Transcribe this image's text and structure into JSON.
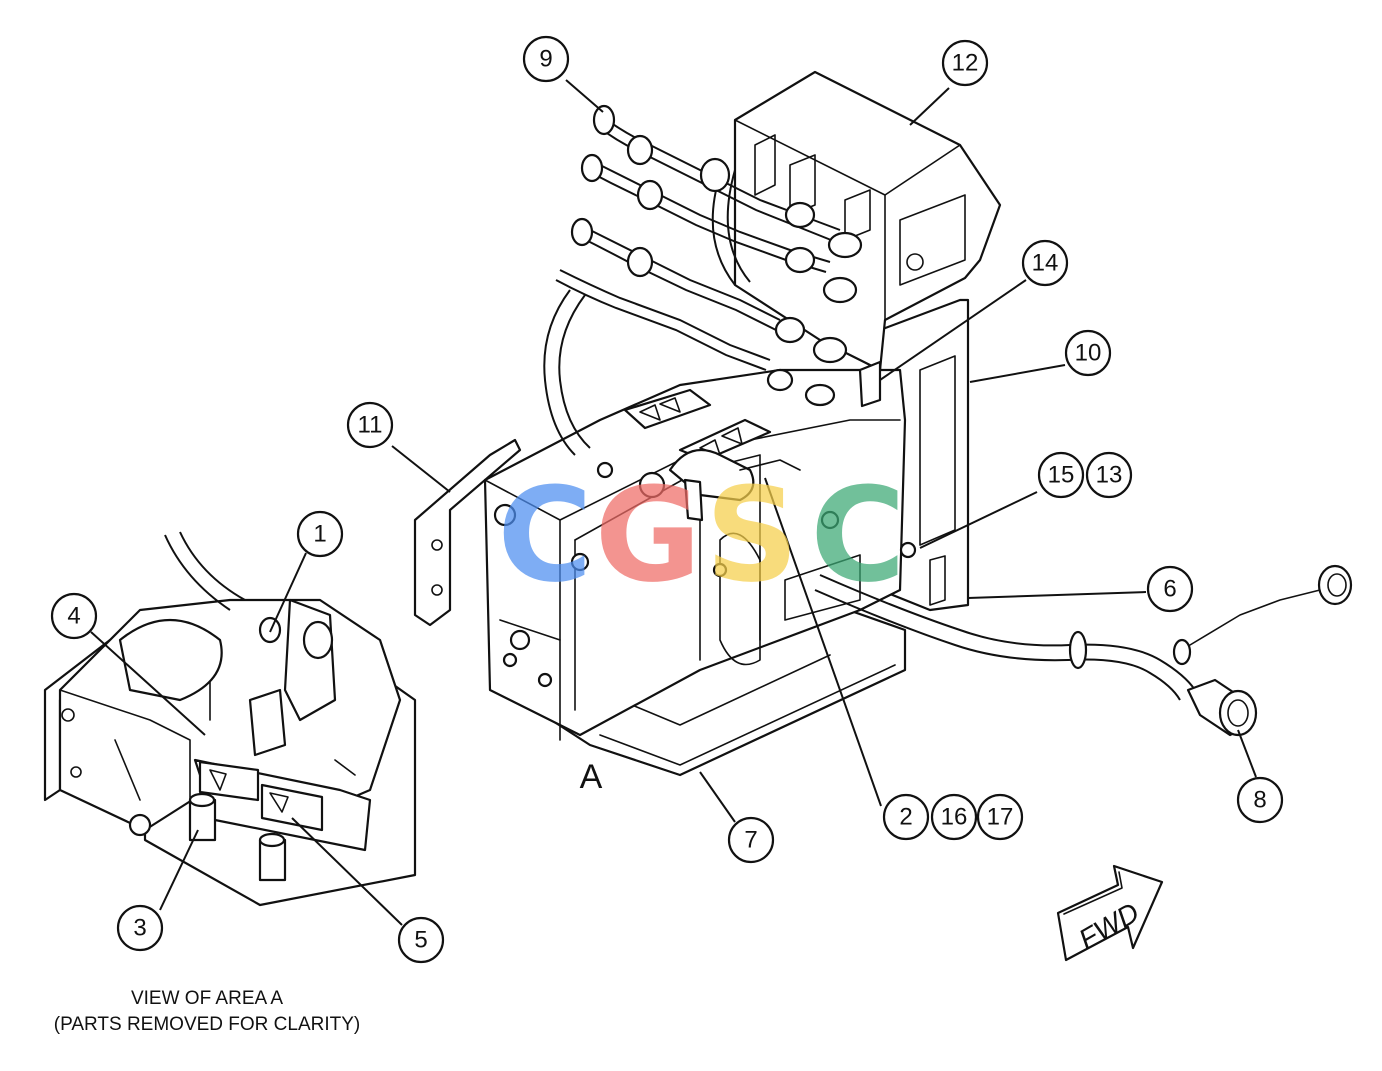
{
  "callouts": [
    {
      "id": "c1",
      "label": "1"
    },
    {
      "id": "c2",
      "label": "2"
    },
    {
      "id": "c3",
      "label": "3"
    },
    {
      "id": "c4",
      "label": "4"
    },
    {
      "id": "c5",
      "label": "5"
    },
    {
      "id": "c6",
      "label": "6"
    },
    {
      "id": "c7",
      "label": "7"
    },
    {
      "id": "c8",
      "label": "8"
    },
    {
      "id": "c9",
      "label": "9"
    },
    {
      "id": "c10",
      "label": "10"
    },
    {
      "id": "c11",
      "label": "11"
    },
    {
      "id": "c12",
      "label": "12"
    },
    {
      "id": "c13",
      "label": "13"
    },
    {
      "id": "c14",
      "label": "14"
    },
    {
      "id": "c15",
      "label": "15"
    },
    {
      "id": "c16",
      "label": "16"
    },
    {
      "id": "c17",
      "label": "17"
    }
  ],
  "area_label": "A",
  "caption": {
    "line1": "VIEW OF AREA A",
    "line2": "(PARTS REMOVED FOR CLARITY)"
  },
  "fwd_arrow": {
    "label": "FWD"
  },
  "watermark": {
    "letters": [
      "C",
      "G",
      "S",
      "C"
    ],
    "colors": [
      "#4d8ef0",
      "#ef6b66",
      "#f6cf4a",
      "#3ba874"
    ]
  }
}
